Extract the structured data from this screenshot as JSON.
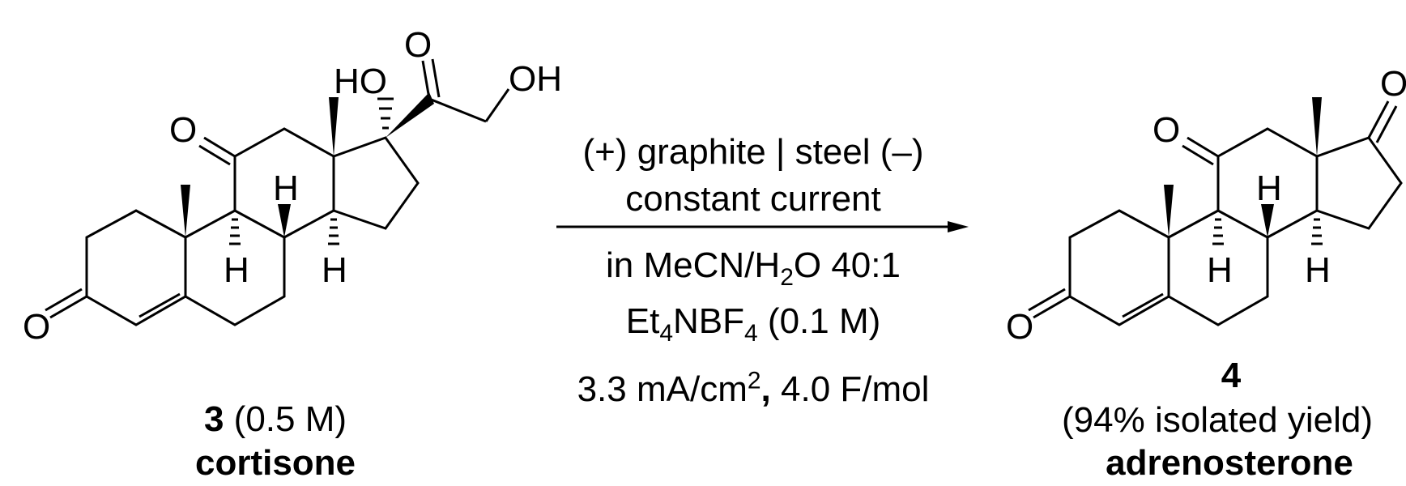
{
  "reactant": {
    "number": "3",
    "concentration": "(0.5 M)",
    "name": "cortisone",
    "atoms": {
      "o3": "O",
      "o11": "O",
      "o20": "O",
      "oh17": "HO",
      "oh21": "OH",
      "h9": "H",
      "h8": "H",
      "h14": "H"
    }
  },
  "conditions": {
    "line1": "(+) graphite | steel (–)",
    "line2": "constant current",
    "line3_a": "in MeCN/H",
    "line3_sub": "2",
    "line3_b": "O 40:1",
    "line4_a": "Et",
    "line4_sub1": "4",
    "line4_b": "NBF",
    "line4_sub2": "4",
    "line4_c": " (0.1 M)",
    "line5_a": "3.3 mA/cm",
    "line5_sup": "2",
    "line5_comma": ",",
    "line5_b": " 4.0 F/mol"
  },
  "product": {
    "number": "4",
    "yield": "(94% isolated yield)",
    "name": "adrenosterone",
    "atoms": {
      "o3": "O",
      "o11": "O",
      "o17": "O",
      "h9": "H",
      "h8": "H",
      "h14": "H"
    }
  }
}
